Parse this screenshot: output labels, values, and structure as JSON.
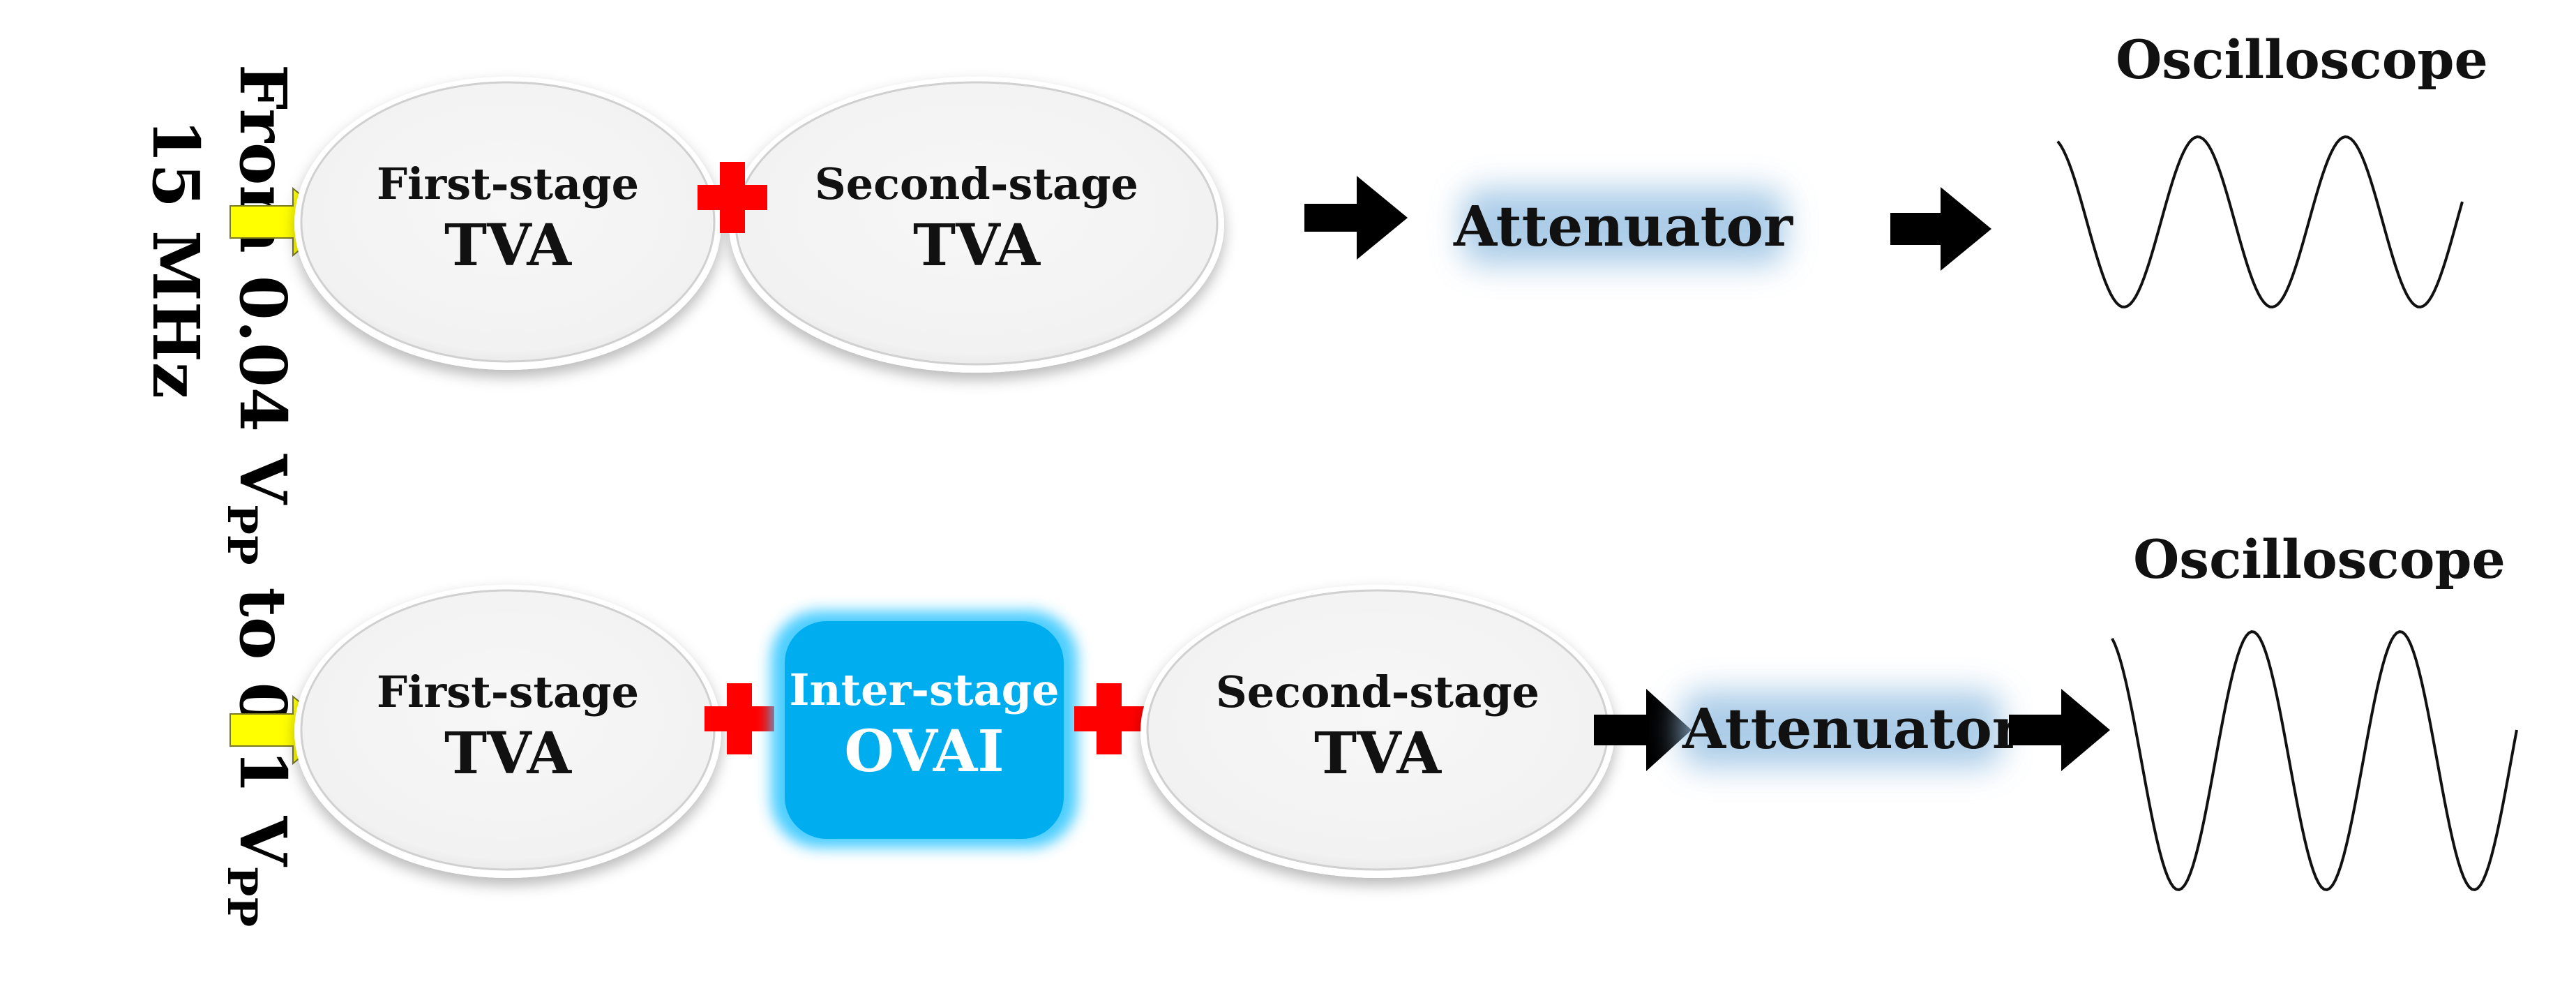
{
  "side_label": {
    "line1_prefix": "From 0.04 V",
    "line1_sub1": "PP",
    "line1_mid": " to 0.1 V",
    "line1_sub2": "PP",
    "line2": "15 MHz"
  },
  "top_row": {
    "stage1": {
      "line1": "First-stage",
      "line2": "TVA"
    },
    "stage2": {
      "line1": "Second-stage",
      "line2": "TVA"
    },
    "attenuator": "Attenuator",
    "scope_title": "Oscilloscope"
  },
  "bottom_row": {
    "stage1": {
      "line1": "First-stage",
      "line2": "TVA"
    },
    "inter": {
      "line1": "Inter-stage",
      "line2": "OVAI"
    },
    "stage2": {
      "line1": "Second-stage",
      "line2": "TVA"
    },
    "attenuator": "Attenuator",
    "scope_title": "Oscilloscope"
  },
  "colors": {
    "input_arrow": "#ffff00",
    "plus": "#ff0000",
    "inter_stage": "#00aeef",
    "attenuator_glow": "#9ec4e4"
  }
}
